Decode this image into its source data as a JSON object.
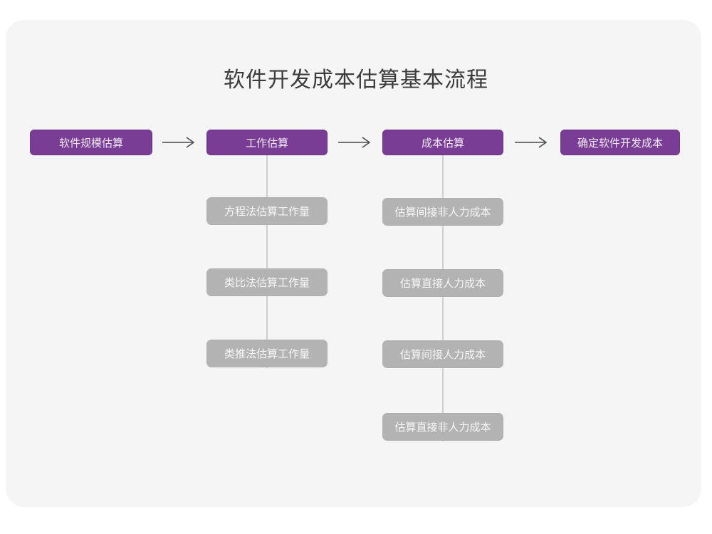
{
  "page": {
    "title": "软件开发成本估算基本流程",
    "background_color": "#ffffff",
    "card_color": "#f5f5f6",
    "accent_color": "#7a3d96",
    "secondary_color": "#b3b3b3",
    "connector_color": "#cfcfcf",
    "arrow_color": "#4a4a4a"
  },
  "flow": {
    "main_steps": [
      {
        "label": "软件规模估算"
      },
      {
        "label": "工作估算"
      },
      {
        "label": "成本估算"
      },
      {
        "label": "确定软件开发成本"
      }
    ],
    "arrows": [
      {
        "name": "arrow-1",
        "glyph": "⟶"
      },
      {
        "name": "arrow-2",
        "glyph": "⟶"
      },
      {
        "name": "arrow-3",
        "glyph": "⟶"
      }
    ],
    "branches": [
      {
        "parent": "工作估算",
        "items": [
          {
            "label": "方程法估算工作量"
          },
          {
            "label": "类比法估算工作量"
          },
          {
            "label": "类推法估算工作量"
          }
        ]
      },
      {
        "parent": "成本估算",
        "items": [
          {
            "label": "估算间接非人力成本"
          },
          {
            "label": "估算直接人力成本"
          },
          {
            "label": "估算间接人力成本"
          },
          {
            "label": "估算直接非人力成本"
          }
        ]
      }
    ]
  }
}
